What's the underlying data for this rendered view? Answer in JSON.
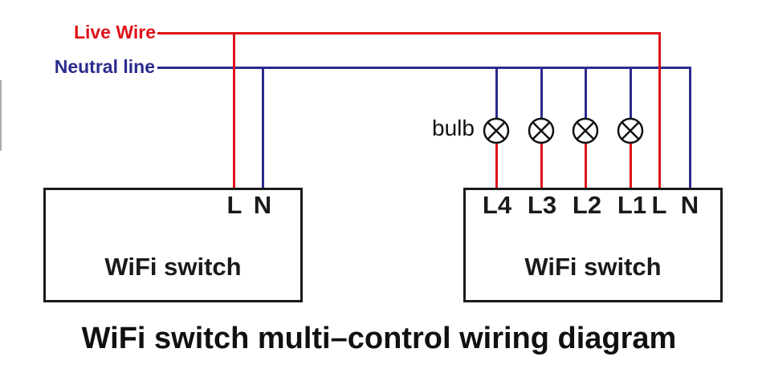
{
  "diagram": {
    "title": "WiFi switch multi–control wiring diagram",
    "live_wire_label": "Live Wire",
    "neutral_line_label": "Neutral line",
    "bulb_label": "bulb",
    "bulb_count": 4,
    "left_switch": {
      "label": "WiFi switch",
      "terminals": [
        "L",
        "N"
      ]
    },
    "right_switch": {
      "label": "WiFi switch",
      "terminals": [
        "L4",
        "L3",
        "L2",
        "L1",
        "L",
        "N"
      ]
    },
    "colors": {
      "live": "#de1219",
      "neutral": "#2b2b8e",
      "outline": "#1a1a1a",
      "background": "#ffffff"
    }
  }
}
